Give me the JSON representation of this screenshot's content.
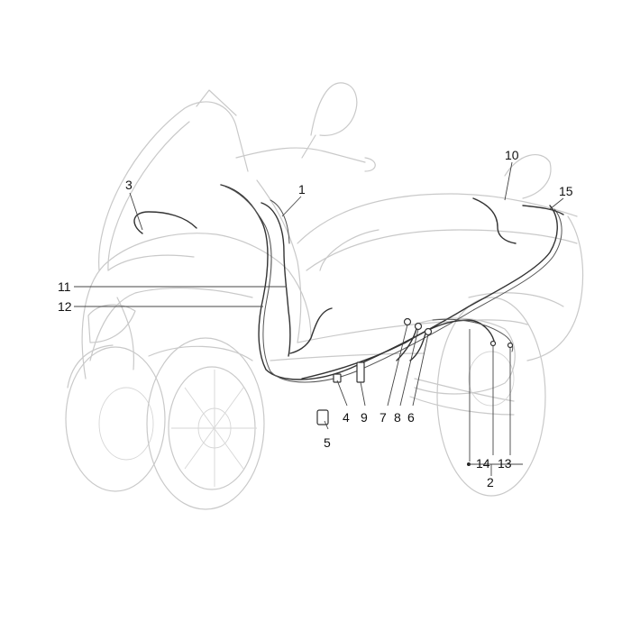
{
  "colors": {
    "ghost": "#c9c9c9",
    "cable": "#333333",
    "label": "#111111",
    "background": "#ffffff"
  },
  "callouts": [
    "1",
    "2",
    "3",
    "4",
    "5",
    "6",
    "7",
    "8",
    "9",
    "10",
    "11",
    "12",
    "13",
    "14",
    "15"
  ]
}
